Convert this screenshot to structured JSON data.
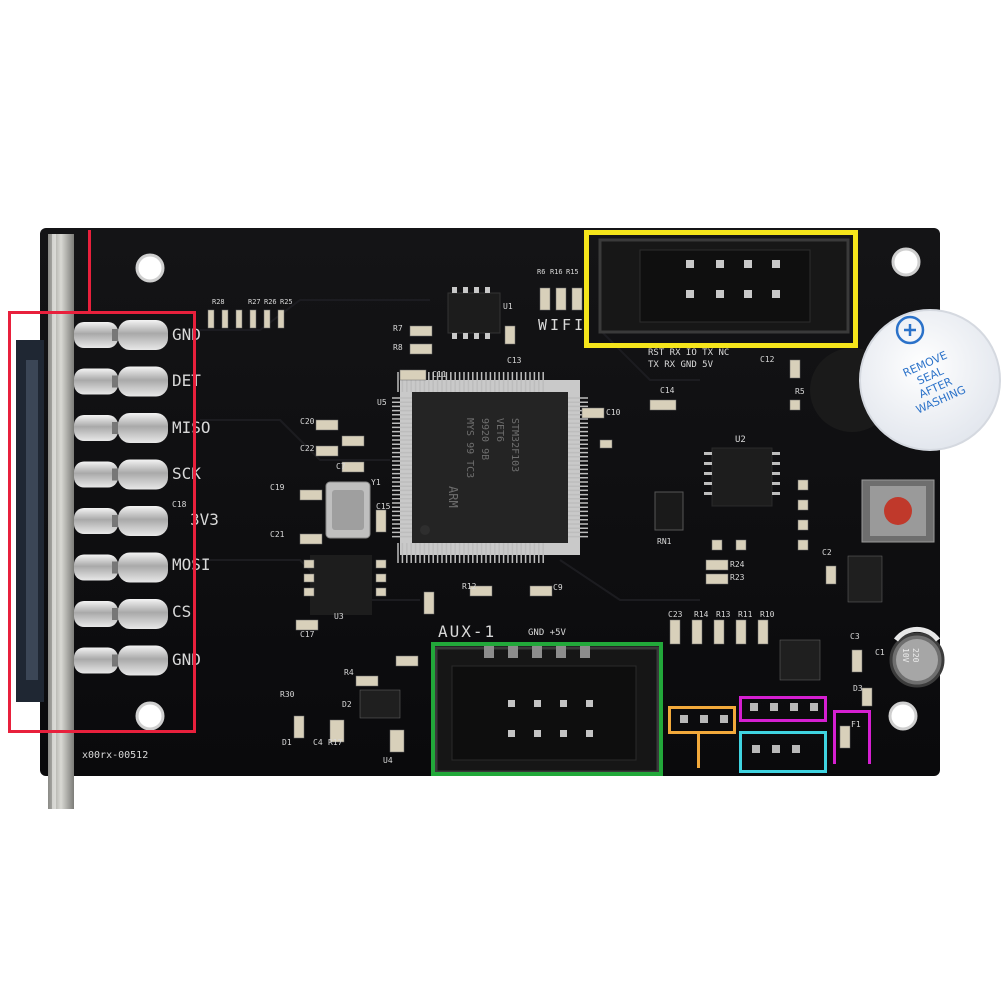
{
  "board": {
    "sd_labels": [
      "GND",
      "DET",
      "MISO",
      "SCK",
      "3V3",
      "MOSI",
      "CS",
      "GND"
    ],
    "wifi_label": "WIFI",
    "wifi_pins_top": "RST RX IO TX NC",
    "wifi_pins_bottom": "TX RX GND 5V",
    "aux_label": "AUX-1",
    "aux_power": "GND +5V",
    "board_id": "x00rx-00512",
    "mcu_text": [
      "STM32F103",
      "VET6",
      "9920 9B",
      "MYS 99 TC3",
      "ARM"
    ],
    "chip_labels": [
      "U1",
      "U2",
      "U3",
      "U4",
      "U5"
    ],
    "buzzer_text": [
      "REMOVE",
      "SEAL",
      "AFTER",
      "WASHING"
    ],
    "cap_text": [
      "220",
      "10V"
    ],
    "components": [
      "R7",
      "R8",
      "C13",
      "C11",
      "C14",
      "C10",
      "C20",
      "C22",
      "C7",
      "Y1",
      "C19",
      "C21",
      "C15",
      "C18",
      "C17",
      "R12",
      "C9",
      "R4",
      "D2",
      "R30",
      "D1",
      "C4",
      "R17",
      "R24",
      "R23",
      "RN1",
      "C23",
      "R14",
      "R13",
      "R11",
      "R10",
      "C12",
      "C2",
      "C1",
      "C3",
      "D3",
      "F1",
      "R5",
      "R28",
      "R27",
      "R26",
      "R25",
      "R6",
      "R16",
      "R15"
    ]
  },
  "highlights": {
    "red": "#e8203c",
    "yellow": "#f5e51b",
    "green": "#22a83a",
    "orange": "#f2a93b",
    "magenta": "#d51fd1",
    "cyan": "#3fd3e0"
  }
}
